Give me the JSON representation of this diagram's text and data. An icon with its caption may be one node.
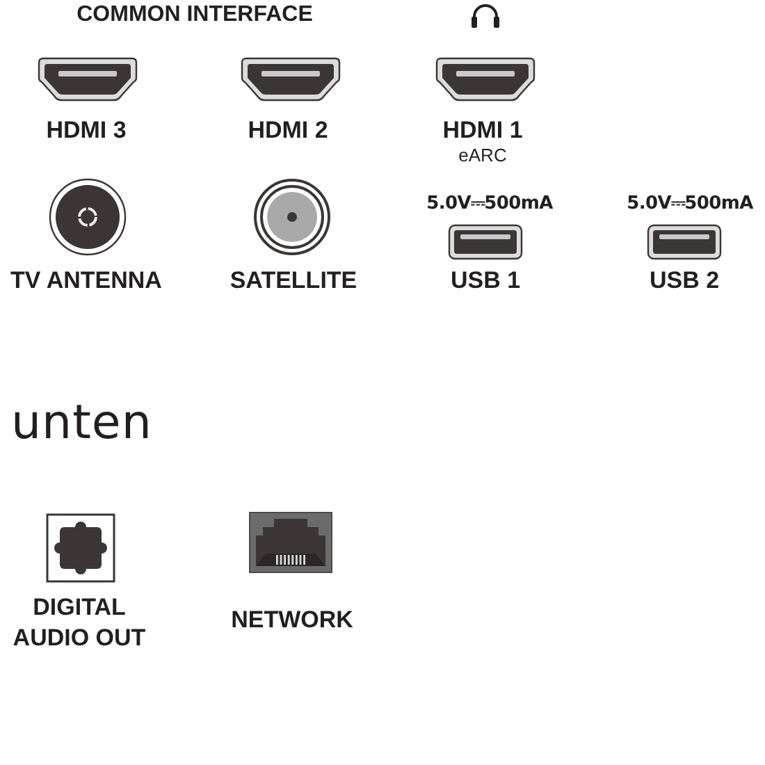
{
  "diagram": {
    "labels": [
      "COMMON INTERFACE",
      "HDMI 3",
      "HDMI 2",
      "HDMI 1",
      "eARC",
      "5.0V⎓500mA",
      "5.0V⎓500mA",
      "TV ANTENNA",
      "SATELLITE",
      "USB 1",
      "USB 2",
      "unten",
      "DIGITAL AUDIO OUT",
      "NETWORK"
    ]
  }
}
